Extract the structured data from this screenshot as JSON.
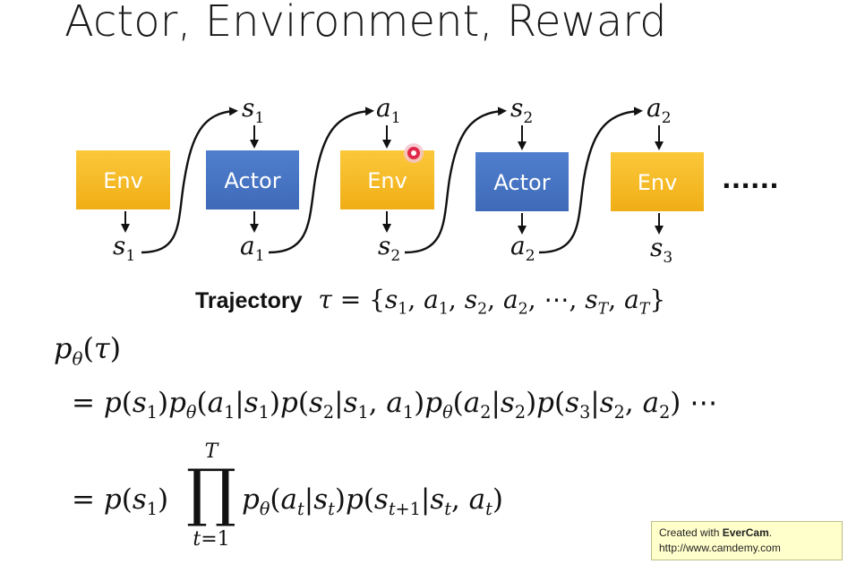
{
  "title": "Actor, Environment, Reward",
  "boxes": [
    {
      "label": "Env",
      "type": "env"
    },
    {
      "label": "Actor",
      "type": "actor"
    },
    {
      "label": "Env",
      "type": "env"
    },
    {
      "label": "Actor",
      "type": "actor"
    },
    {
      "label": "Env",
      "type": "env"
    }
  ],
  "flow_labels": {
    "top": [
      {
        "v": "s",
        "n": "1"
      },
      {
        "v": "a",
        "n": "1"
      },
      {
        "v": "s",
        "n": "2"
      },
      {
        "v": "a",
        "n": "2"
      }
    ],
    "bottom": [
      {
        "v": "s",
        "n": "1"
      },
      {
        "v": "a",
        "n": "1"
      },
      {
        "v": "s",
        "n": "2"
      },
      {
        "v": "a",
        "n": "2"
      },
      {
        "v": "s",
        "n": "3"
      }
    ]
  },
  "ellipsis": "......",
  "trajectory": {
    "label": "Trajectory",
    "formula": "τ = {s1, a1, s2, a2, ⋯, sT, aT}"
  },
  "equations": {
    "p_theta": "pθ(τ)",
    "line1": "= p(s1)pθ(a1|s1)p(s2|s1,a1)pθ(a2|s2)p(s3|s2,a2) ⋯",
    "line2": "= p(s1) ∏ t=1..T pθ(at|st)p(st+1|st,at)",
    "prod_upper": "T",
    "prod_lower": "t=1"
  },
  "watermark": {
    "line1_prefix": "Created with ",
    "brand": "EverCam",
    "line1_suffix": ".",
    "url": "http://www.camdemy.com"
  },
  "colors": {
    "env": "#f5b823",
    "actor": "#4674c4",
    "cursor": "#e0284a"
  }
}
